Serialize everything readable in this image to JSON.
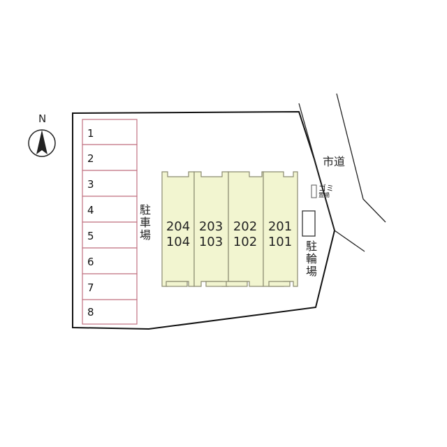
{
  "compass": {
    "label": "N",
    "icon": "north-arrow-icon"
  },
  "road_label": "市道",
  "parking": {
    "label": "駐車場",
    "slots": [
      "1",
      "2",
      "3",
      "4",
      "5",
      "6",
      "7",
      "8"
    ]
  },
  "bike_parking_label": "駐輪場",
  "garbage": {
    "line1": "ゴミ",
    "line2": "置場"
  },
  "units": [
    {
      "upper": "204",
      "lower": "104"
    },
    {
      "upper": "203",
      "lower": "103"
    },
    {
      "upper": "202",
      "lower": "102"
    },
    {
      "upper": "201",
      "lower": "101"
    }
  ],
  "colors": {
    "building_fill": "#f2f5d0",
    "building_stroke": "#8a8a70",
    "parking_stroke": "#c07080",
    "boundary": "#111111"
  }
}
